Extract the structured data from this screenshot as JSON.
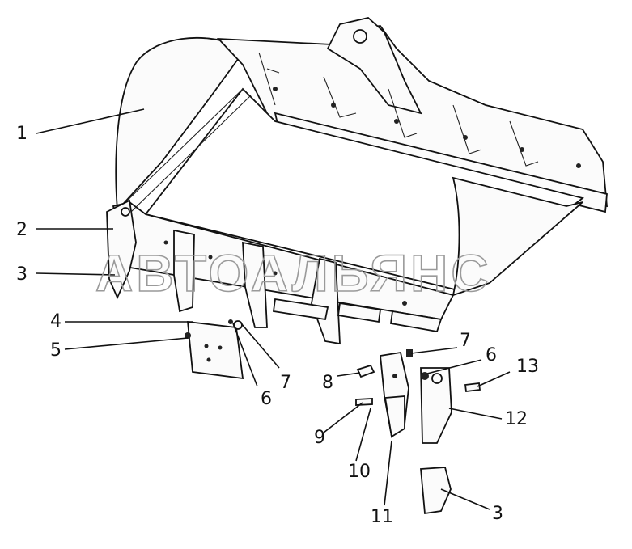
{
  "watermark": "АВТОАЛЬЯНС",
  "callouts": [
    {
      "id": "c1",
      "label": "1"
    },
    {
      "id": "c2",
      "label": "2"
    },
    {
      "id": "c3a",
      "label": "3"
    },
    {
      "id": "c4",
      "label": "4"
    },
    {
      "id": "c5",
      "label": "5"
    },
    {
      "id": "c6a",
      "label": "6"
    },
    {
      "id": "c7a",
      "label": "7"
    },
    {
      "id": "c8",
      "label": "8"
    },
    {
      "id": "c7b",
      "label": "7"
    },
    {
      "id": "c6b",
      "label": "6"
    },
    {
      "id": "c13",
      "label": "13"
    },
    {
      "id": "c12",
      "label": "12"
    },
    {
      "id": "c9",
      "label": "9"
    },
    {
      "id": "c10",
      "label": "10"
    },
    {
      "id": "c11",
      "label": "11"
    },
    {
      "id": "c3b",
      "label": "3"
    }
  ],
  "colors": {
    "line": "#111111",
    "watermark_stroke": "#9a9a9a"
  }
}
